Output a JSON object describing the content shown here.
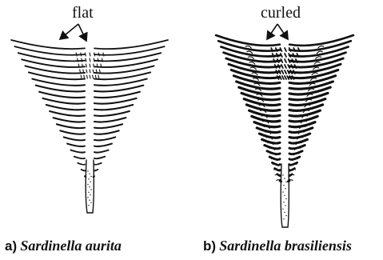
{
  "panel_a": {
    "annotation": "flat",
    "caption_letter": "a)",
    "caption_species": "Sardinella aurita"
  },
  "panel_b": {
    "annotation": "curled",
    "caption_letter": "b)",
    "caption_species": "Sardinella brasiliensis"
  },
  "colors": {
    "ink": "#111111",
    "background": "#ffffff"
  }
}
